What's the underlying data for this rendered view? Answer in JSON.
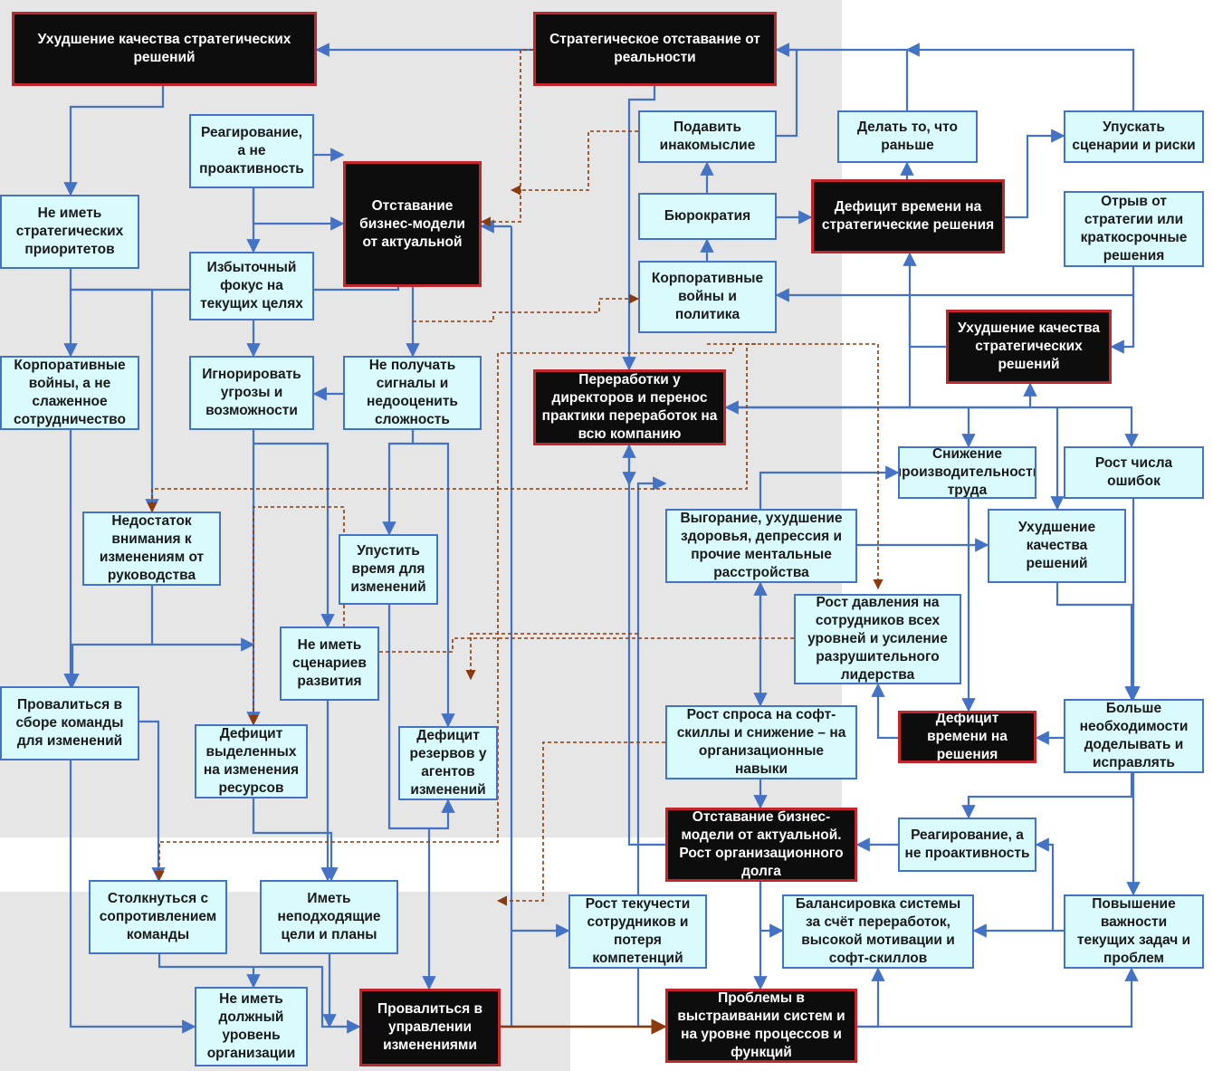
{
  "diagram": {
    "nodes": [
      {
        "id": "n1",
        "text": "Ухудшение качества стратегических решений",
        "style": "dark"
      },
      {
        "id": "n2",
        "text": "Стратегическое отставание от реальности",
        "style": "dark"
      },
      {
        "id": "n3",
        "text": "Реагирование, а не проактивность",
        "style": "light"
      },
      {
        "id": "n4",
        "text": "Отставание бизнес-модели от актуальной",
        "style": "dark"
      },
      {
        "id": "n5",
        "text": "Не иметь стратегических приоритетов",
        "style": "light"
      },
      {
        "id": "n6",
        "text": "Избыточный фокус на текущих целях",
        "style": "light"
      },
      {
        "id": "n7",
        "text": "Корпоративные войны, а не слаженное сотрудничество",
        "style": "light"
      },
      {
        "id": "n8",
        "text": "Игнорировать угрозы и возможности",
        "style": "light"
      },
      {
        "id": "n9",
        "text": "Не получать сигналы и недооценить сложность",
        "style": "light"
      },
      {
        "id": "n10",
        "text": "Недостаток внимания к изменениям от руководства",
        "style": "light"
      },
      {
        "id": "n11",
        "text": "Упустить время для изменений",
        "style": "light"
      },
      {
        "id": "n12",
        "text": "Не иметь сценариев развития",
        "style": "light"
      },
      {
        "id": "n13",
        "text": "Провалиться в сборе команды для изменений",
        "style": "light"
      },
      {
        "id": "n14",
        "text": "Дефицит выделенных на изменения ресурсов",
        "style": "light"
      },
      {
        "id": "n15",
        "text": "Дефицит резервов у агентов изменений",
        "style": "light"
      },
      {
        "id": "n16",
        "text": "Столкнуться с сопротивлением команды",
        "style": "light"
      },
      {
        "id": "n17",
        "text": "Иметь неподходящие цели и планы",
        "style": "light"
      },
      {
        "id": "n18",
        "text": "Не иметь должный уровень организации",
        "style": "light"
      },
      {
        "id": "n19",
        "text": "Провалиться в управлении изменениями",
        "style": "dark"
      },
      {
        "id": "n20",
        "text": "Подавить инакомыслие",
        "style": "light"
      },
      {
        "id": "n21",
        "text": "Бюрократия",
        "style": "light"
      },
      {
        "id": "n22",
        "text": "Корпоративные войны и политика",
        "style": "light"
      },
      {
        "id": "n23",
        "text": "Делать то, что раньше",
        "style": "light"
      },
      {
        "id": "n24",
        "text": "Дефицит времени на стратегические решения",
        "style": "dark"
      },
      {
        "id": "n25",
        "text": "Упускать сценарии и риски",
        "style": "light"
      },
      {
        "id": "n26",
        "text": "Отрыв от стратегии или краткосрочные решения",
        "style": "light"
      },
      {
        "id": "n27",
        "text": "Ухудшение качества стратегических решений",
        "style": "dark"
      },
      {
        "id": "n28",
        "text": "Переработки у директоров и перенос практики переработок на всю компанию",
        "style": "dark"
      },
      {
        "id": "n29",
        "text": "Снижение производительности труда",
        "style": "light"
      },
      {
        "id": "n30",
        "text": "Рост числа ошибок",
        "style": "light"
      },
      {
        "id": "n31",
        "text": "Выгорание, ухудшение здоровья, депрессия и прочие ментальные расстройства",
        "style": "light"
      },
      {
        "id": "n32",
        "text": "Ухудшение качества решений",
        "style": "light"
      },
      {
        "id": "n33",
        "text": "Рост давления на сотрудников всех уровней и усиление разрушительного лидерства",
        "style": "light"
      },
      {
        "id": "n34",
        "text": "Рост спроса на софт-скиллы и снижение – на организационные навыки",
        "style": "light"
      },
      {
        "id": "n35",
        "text": "Дефицит времени на решения",
        "style": "dark"
      },
      {
        "id": "n36",
        "text": "Больше необходимости доделывать и исправлять",
        "style": "light"
      },
      {
        "id": "n37",
        "text": "Отставание бизнес-модели от актуальной. Рост организационного долга",
        "style": "dark"
      },
      {
        "id": "n38",
        "text": "Реагирование, а не проактивность",
        "style": "light"
      },
      {
        "id": "n39",
        "text": "Рост текучести сотрудников и потеря компетенций",
        "style": "light"
      },
      {
        "id": "n40",
        "text": "Балансировка системы за счёт переработок, высокой мотивации и софт-скиллов",
        "style": "light"
      },
      {
        "id": "n41",
        "text": "Повышение важности текущих задач и проблем",
        "style": "light"
      },
      {
        "id": "n42",
        "text": "Проблемы в выстраивании систем и на уровне процессов и функций",
        "style": "dark"
      }
    ],
    "colors": {
      "node_fill": "#d9fbfd",
      "node_border": "#4472c4",
      "dark_fill": "#0d0d0d",
      "dark_border": "#c0262b",
      "connector": "#4472c4",
      "dashed_connector": "#8b3a0e"
    }
  }
}
